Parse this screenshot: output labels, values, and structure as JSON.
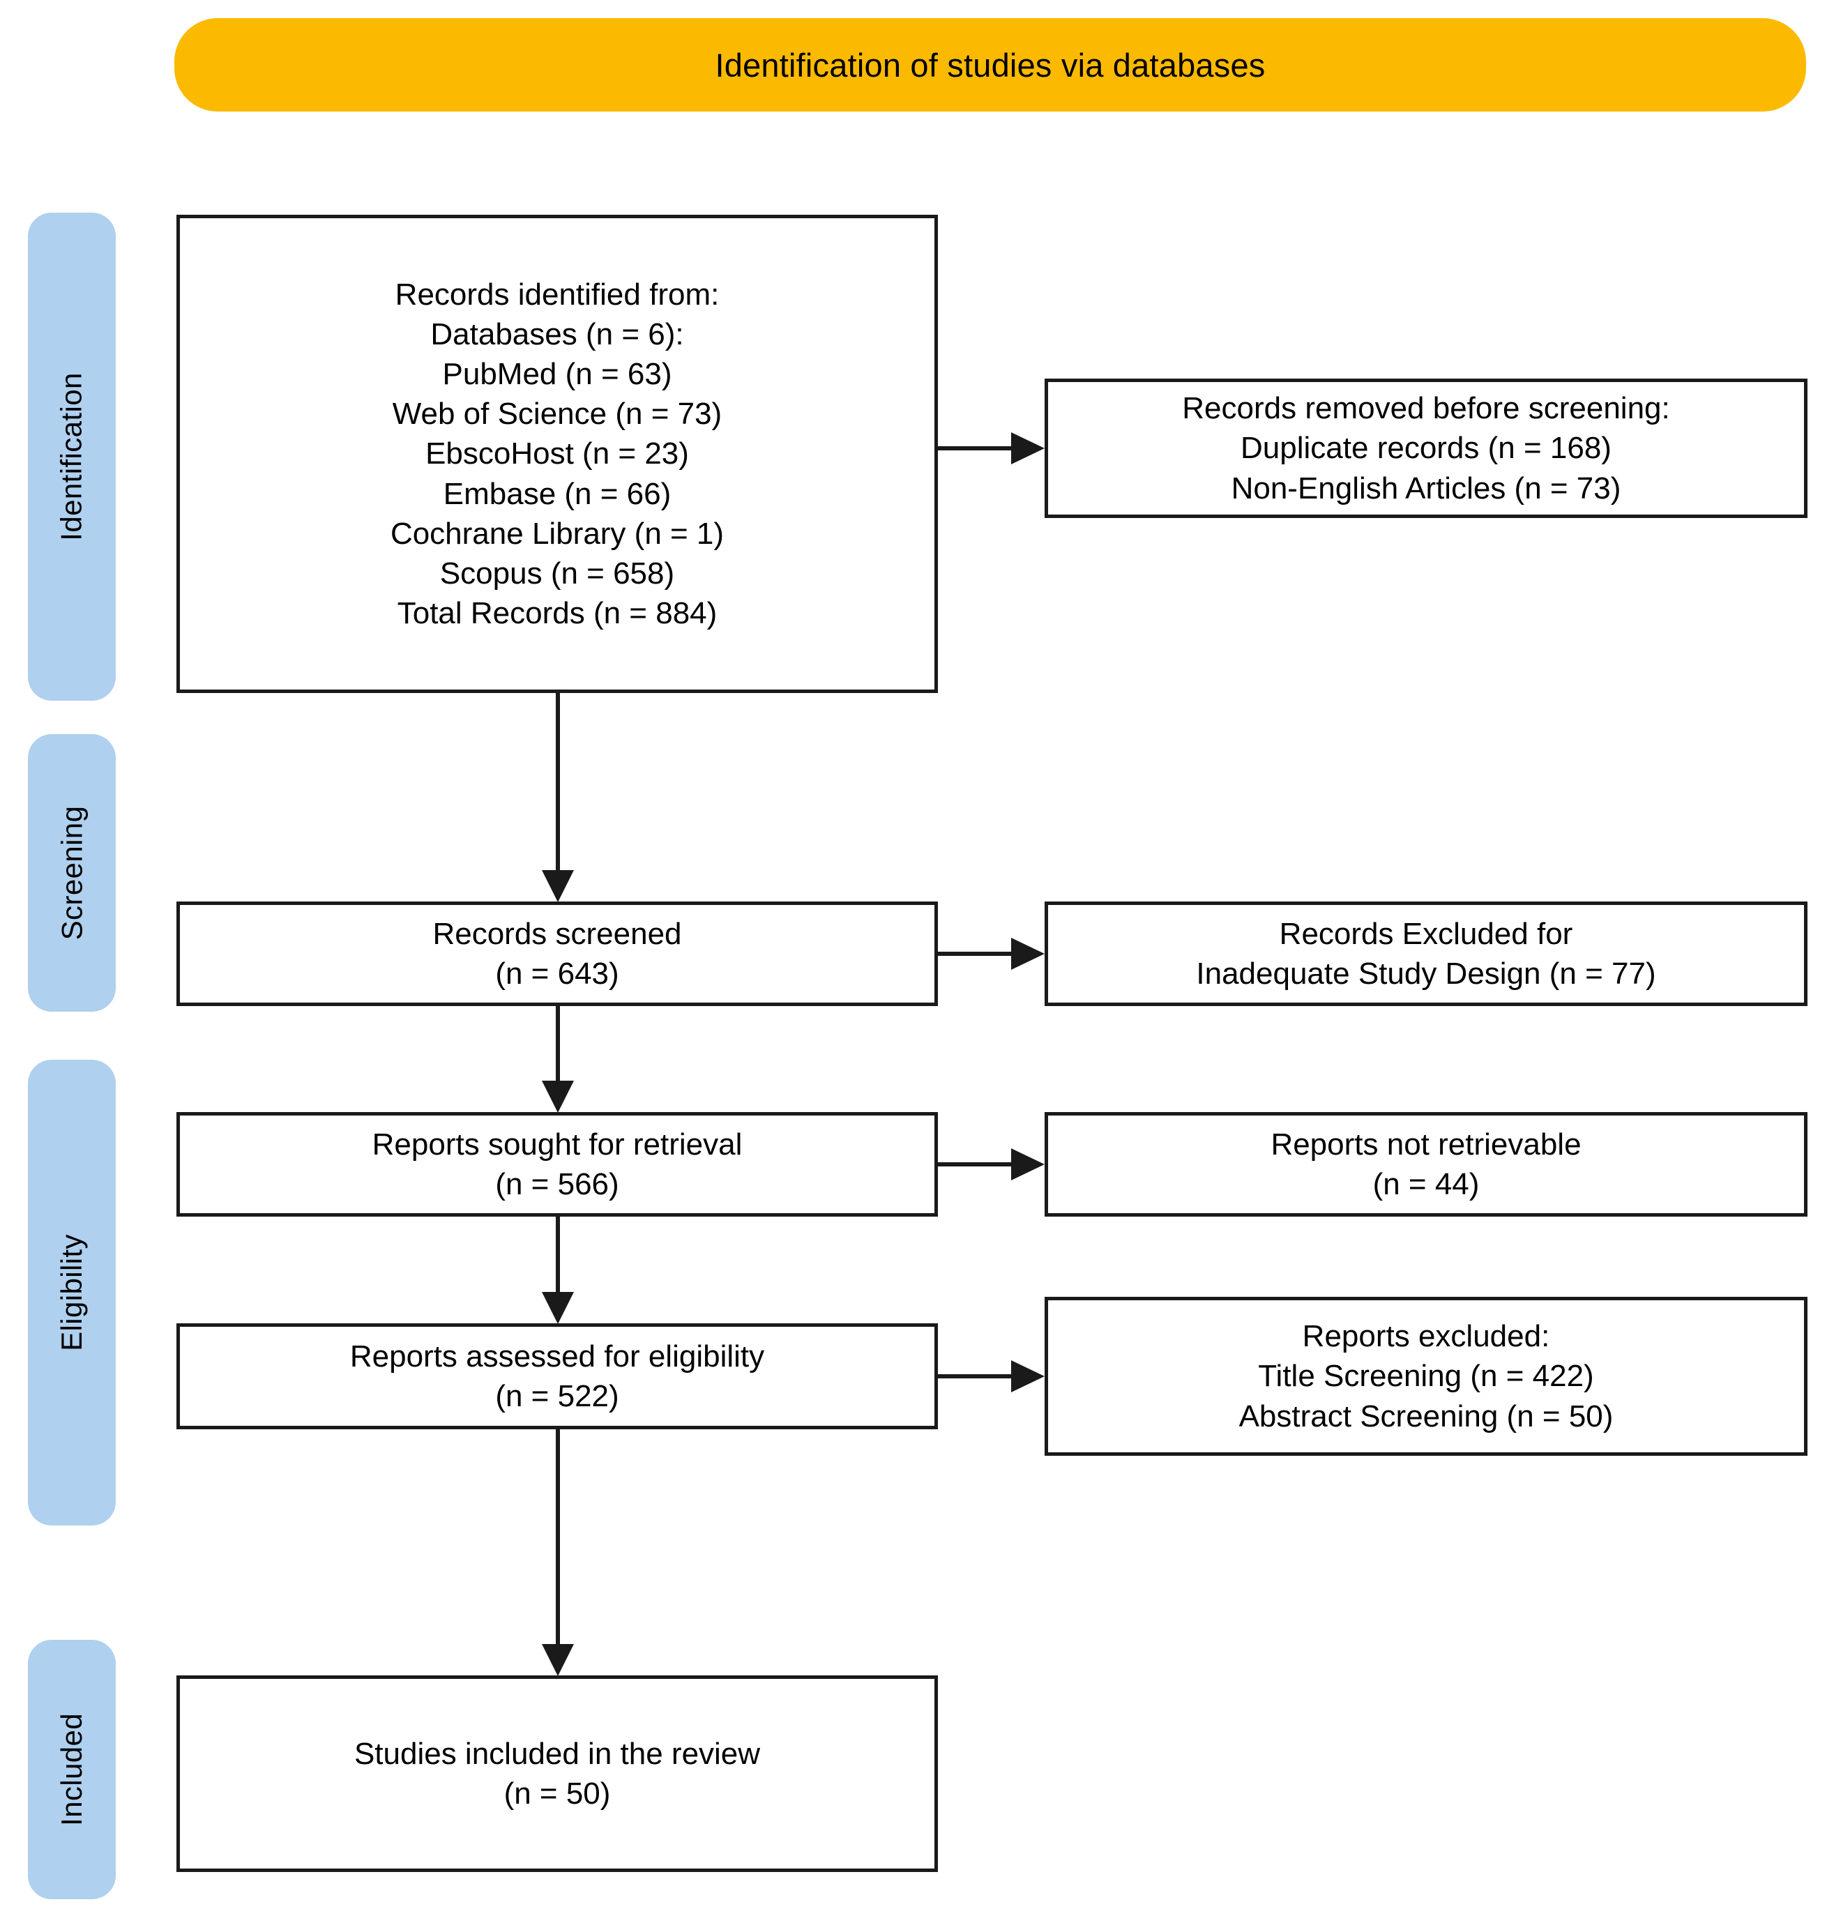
{
  "banner": {
    "title": "Identification of studies via databases",
    "color": "#FBBA00"
  },
  "stages": {
    "color": "#AFD0EE",
    "items": [
      {
        "label": "Identification"
      },
      {
        "label": "Screening"
      },
      {
        "label": "Eligibility"
      },
      {
        "label": "Included"
      }
    ]
  },
  "boxes": {
    "identified": {
      "lines": [
        "Records identified from:",
        "Databases (n = 6):",
        "PubMed (n = 63)",
        "Web of Science (n = 73)",
        "EbscoHost (n = 23)",
        "Embase (n = 66)",
        "Cochrane Library (n = 1)",
        "Scopus (n = 658)",
        "Total Records (n = 884)"
      ]
    },
    "removed": {
      "lines": [
        "Records removed before screening:",
        "Duplicate records (n = 168)",
        "Non-English Articles (n = 73)"
      ]
    },
    "screened": {
      "lines": [
        "Records screened",
        "(n = 643)"
      ]
    },
    "excluded_design": {
      "lines": [
        "Records Excluded for",
        "Inadequate Study Design (n = 77)"
      ]
    },
    "sought": {
      "lines": [
        "Reports sought for retrieval",
        "(n = 566)"
      ]
    },
    "not_retrievable": {
      "lines": [
        "Reports not retrievable",
        "(n = 44)"
      ]
    },
    "assessed": {
      "lines": [
        "Reports assessed for eligibility",
        "(n = 522)"
      ]
    },
    "excluded_reports": {
      "lines": [
        "Reports excluded:",
        "Title Screening (n = 422)",
        "Abstract Screening (n = 50)"
      ]
    },
    "included": {
      "lines": [
        "Studies included in the review",
        "(n = 50)"
      ]
    }
  }
}
